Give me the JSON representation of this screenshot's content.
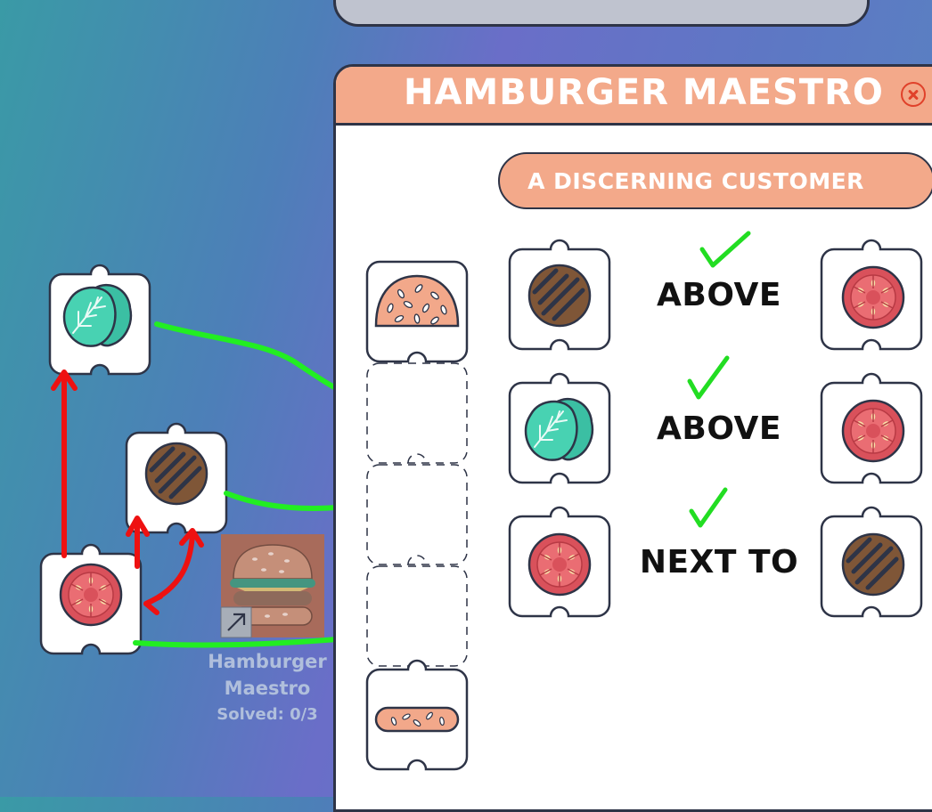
{
  "panel": {
    "title": "HAMBURGER MAESTRO",
    "subtitle": "A DISCERNING CUSTOMER",
    "close_icon": "close-circle-icon"
  },
  "rules": [
    {
      "left": "patty",
      "relation": "ABOVE",
      "right": "tomato",
      "satisfied": true
    },
    {
      "left": "lettuce",
      "relation": "ABOVE",
      "right": "tomato",
      "satisfied": true
    },
    {
      "left": "tomato",
      "relation": "NEXT TO",
      "right": "patty",
      "satisfied": true
    }
  ],
  "stack": [
    "top-bun",
    "empty",
    "empty",
    "empty",
    "bottom-bun"
  ],
  "loose_pieces": [
    "lettuce",
    "patty",
    "tomato"
  ],
  "level_card": {
    "name_line1": "Hamburger",
    "name_line2": "Maestro",
    "solved": "Solved: 0/3"
  },
  "colors": {
    "panel_header": "#f3a98a",
    "check": "#22dd22",
    "green_arrow": "#22ee22",
    "red_arrow": "#ee1111"
  }
}
